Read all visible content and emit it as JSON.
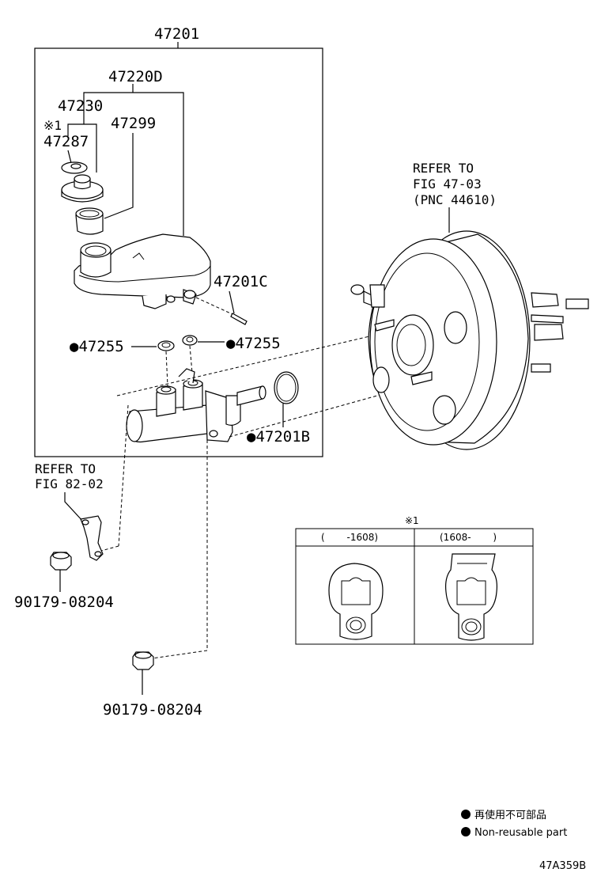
{
  "assembly": {
    "number": "47201"
  },
  "parts": {
    "reservoir_assy": "47220D",
    "cap": "47230",
    "cap_mark": "※1",
    "cap_seal": "47287",
    "strainer": "47299",
    "pin": "47201C",
    "grommet_left": "●47255",
    "grommet_right": "●47255",
    "oring": "●47201B",
    "bolt_upper": "90179-08204",
    "bolt_lower": "90179-08204"
  },
  "refs": {
    "booster_line1": "REFER TO",
    "booster_line2": "FIG 47-03",
    "booster_line3": "(PNC 44610)",
    "bracket_line1": "REFER TO",
    "bracket_line2": "FIG 82-02"
  },
  "inset": {
    "mark": "※1",
    "left_header": "(　　 -1608)",
    "right_header": "(1608-　　 )"
  },
  "legend": {
    "line_jp": "再使用不可部品",
    "line_en": "Non-reusable part"
  },
  "figure_code": "47A359B"
}
